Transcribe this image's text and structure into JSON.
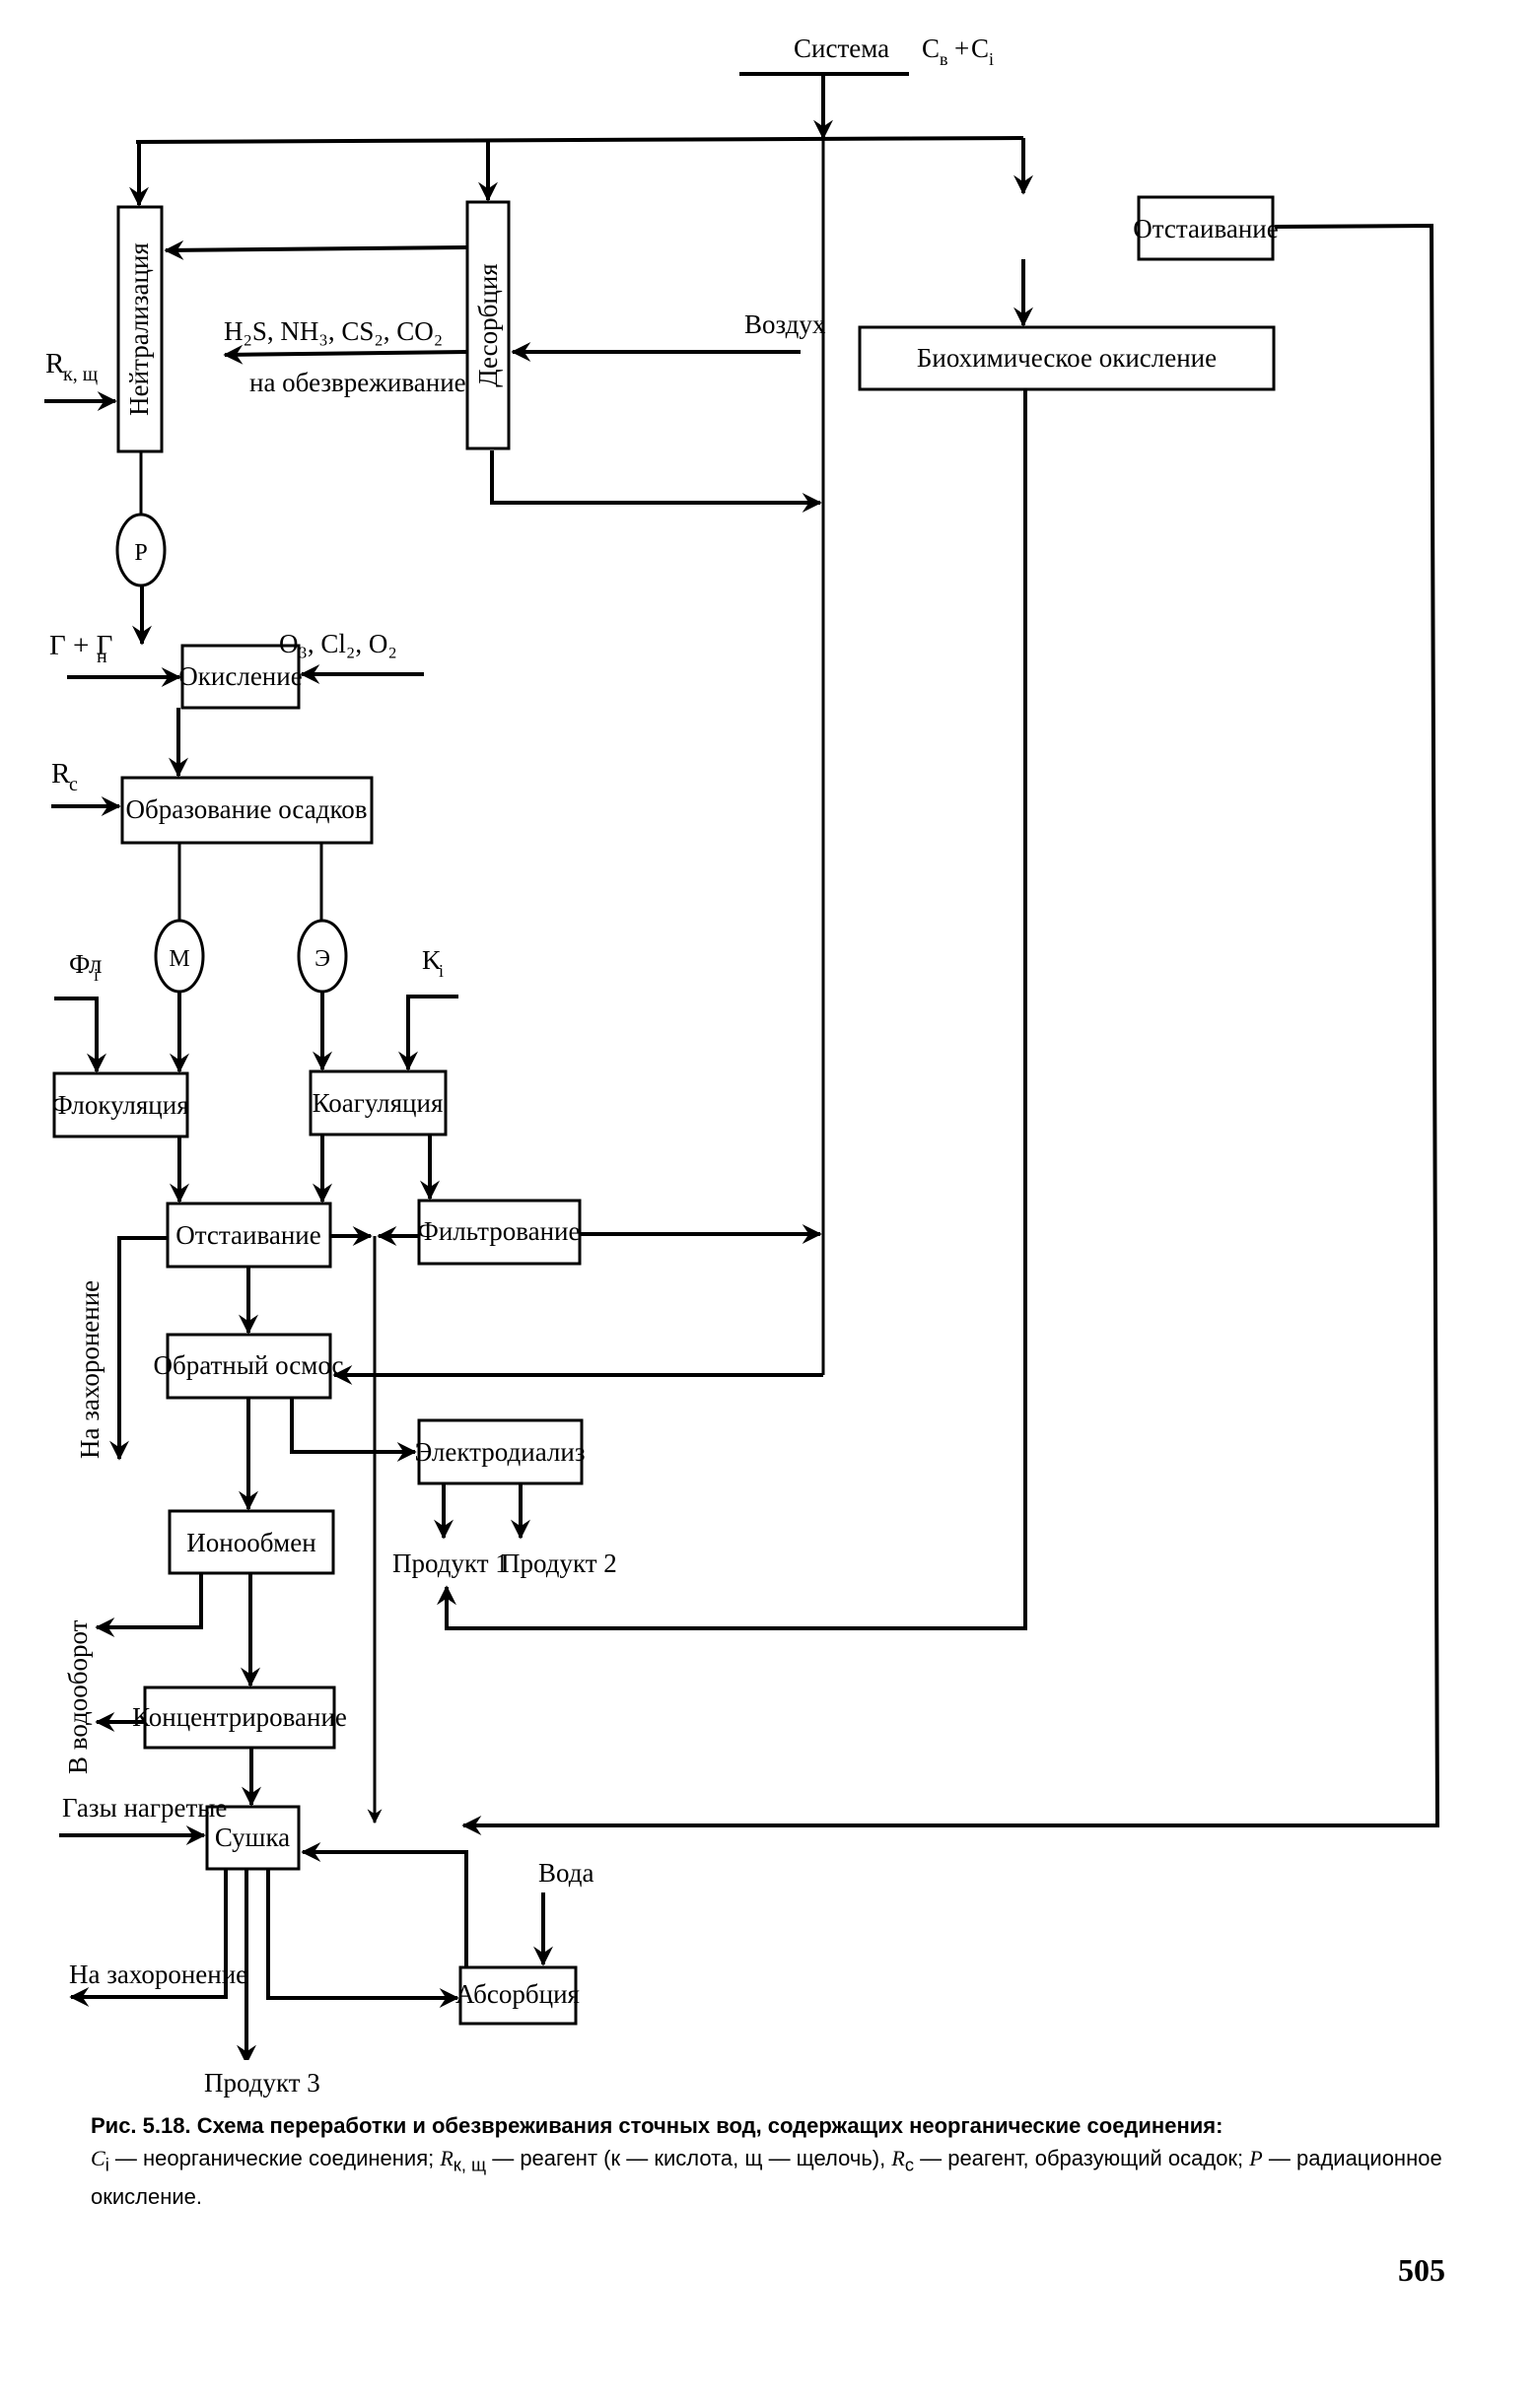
{
  "diagram": {
    "source": {
      "label": "Система",
      "formula": "C",
      "sub1": "в",
      "plus": "+",
      "formula2": "C",
      "sub2": "i"
    },
    "nodes": {
      "neutralization": "Нейтрализация",
      "desorption": "Десорбция",
      "settling_top": "Отстаивание",
      "biochemical_oxidation": "Биохимическое окисление",
      "radiation": "Р",
      "oxidation": "Окисление",
      "precipitation": "Образование осадков",
      "magnetic": "М",
      "electric": "Э",
      "flocculation": "Флокуляция",
      "coagulation": "Коагуляция",
      "settling": "Отстаивание",
      "filtration": "Фильтрование",
      "reverse_osmosis": "Обратный осмос",
      "electrodialysis": "Электродиализ",
      "ion_exchange": "Ионообмен",
      "concentration": "Концентрирование",
      "drying": "Сушка",
      "absorption": "Абсорбция"
    },
    "labels": {
      "reagent_acid_alkali": "R",
      "reagent_acid_alkali_sub": "к, щ",
      "gases_out": "H₂S, NH₃, CS₂, CO₂",
      "to_neutralization_gases": "на обезвреживание",
      "air": "Воздух",
      "gamma": "Γ + Γ",
      "gamma_sub": "н",
      "oxidants": "O₃, Cl₂, O₂",
      "reagent_precip": "R",
      "reagent_precip_sub": "с",
      "flocculants": "Фл",
      "flocculants_sub": "i",
      "coagulants": "K",
      "coagulants_sub": "i",
      "to_burial_vertical": "На захоронение",
      "to_water_recycling": "В водооборот",
      "product1": "Продукт 1",
      "product2": "Продукт 2",
      "hot_gases": "Газы нагретые",
      "water": "Вода",
      "to_burial": "На захоронение",
      "product3": "Продукт 3"
    }
  },
  "caption": {
    "title": "Рис. 5.18. Схема переработки и обезвреживания сточных вод, содержащих неорганические соединения:",
    "legend": [
      {
        "symbol": "C",
        "sub": "i",
        "text": " — неорганические соединения; "
      },
      {
        "symbol": "R",
        "sub": "к, щ",
        "text": " — реагент (к — кислота, щ — щелочь), "
      },
      {
        "symbol": "R",
        "sub": "с",
        "text": " — реагент, образующий осадок; "
      },
      {
        "symbol": "P",
        "sub": "",
        "text": " — радиационное окисление."
      }
    ]
  },
  "page_number": "505"
}
